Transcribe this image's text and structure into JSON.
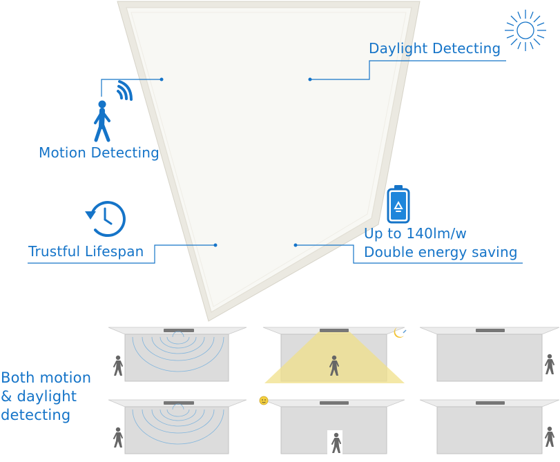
{
  "features": {
    "daylight": "Daylight Detecting",
    "motion": "Motion Detecting",
    "lifespan": "Trustful Lifespan",
    "efficiency_line1": "Up to 140lm/w",
    "efficiency_line2": "Double energy saving"
  },
  "scenarios": {
    "caption_line1": "Both motion",
    "caption_line2": "& daylight",
    "caption_line3": "detecting"
  },
  "icons": {
    "motion": "person-walking-with-signal-waves-icon",
    "daylight": "sun-icon",
    "lifespan": "clock-with-counterclockwise-arrow-icon",
    "efficiency": "battery-recycle-icon",
    "night": "moon-icon",
    "day": "sun-face-icon"
  },
  "colors": {
    "accent": "#1574c8",
    "panel_frame": "#eceae2",
    "panel_face": "#f7f7f3",
    "room_wall": "#d9d9d9",
    "light_beam": "#f4e69a"
  }
}
